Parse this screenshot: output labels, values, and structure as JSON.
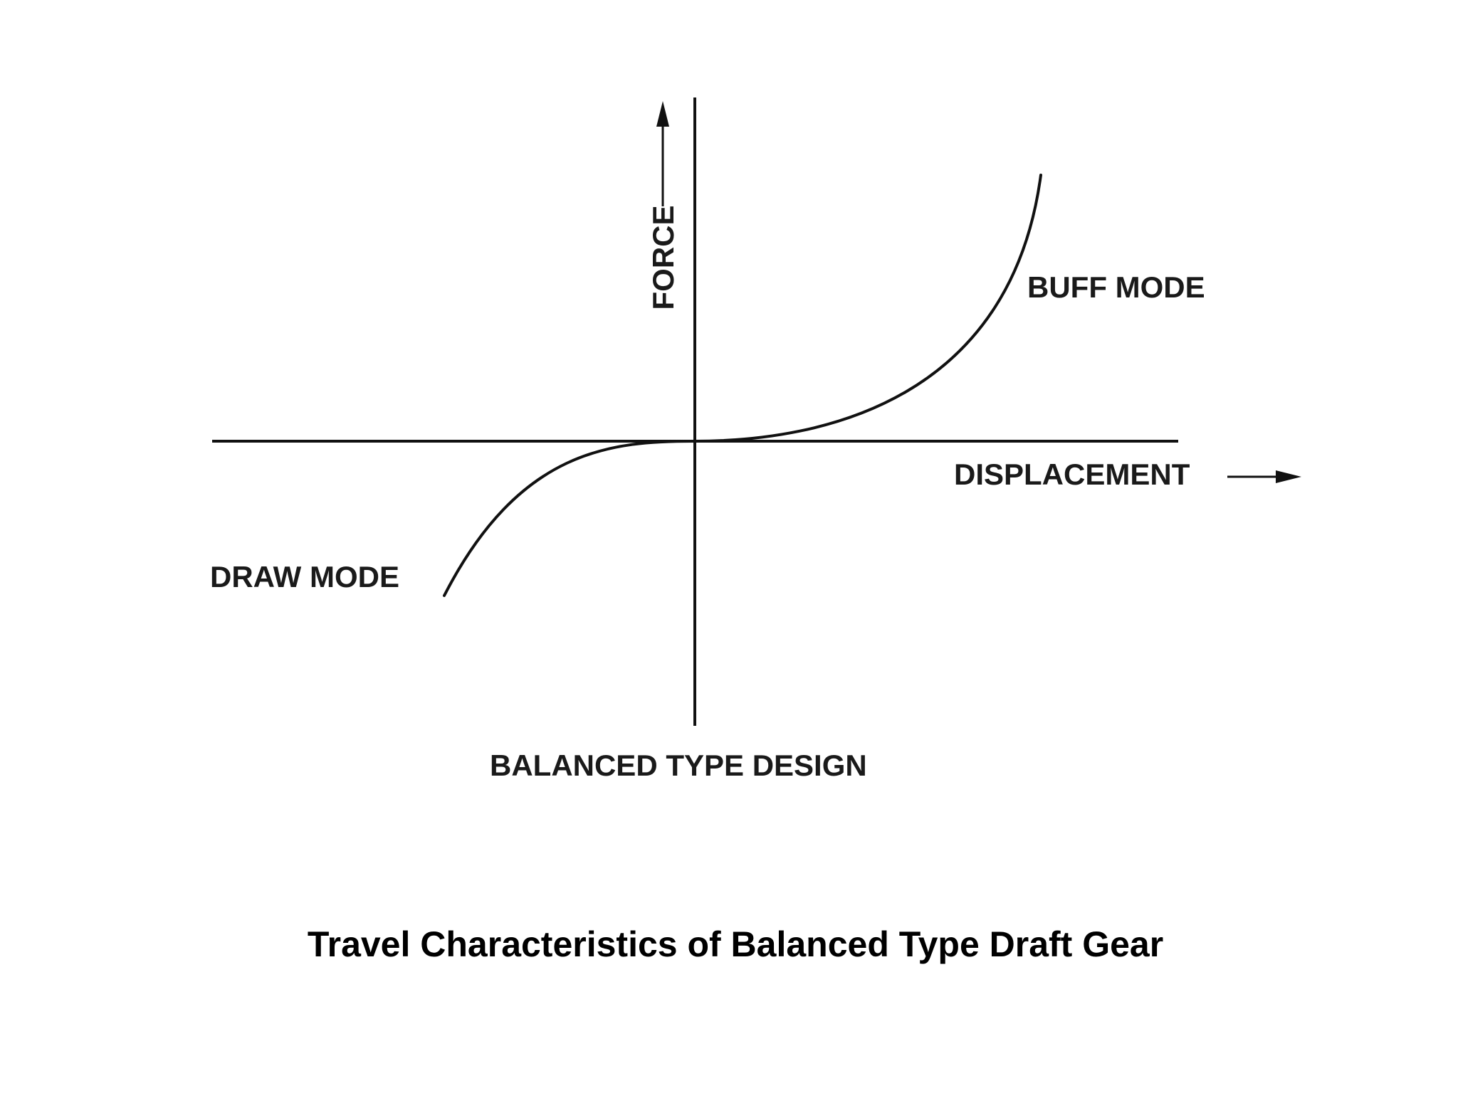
{
  "diagram": {
    "axes": {
      "y_label": "FORCE",
      "x_label": "DISPLACEMENT"
    },
    "curves": {
      "buff_label": "BUFF MODE",
      "draw_label": "DRAW MODE"
    },
    "design_label": "BALANCED TYPE DESIGN",
    "caption": "Travel Characteristics of Balanced Type Draft Gear"
  }
}
